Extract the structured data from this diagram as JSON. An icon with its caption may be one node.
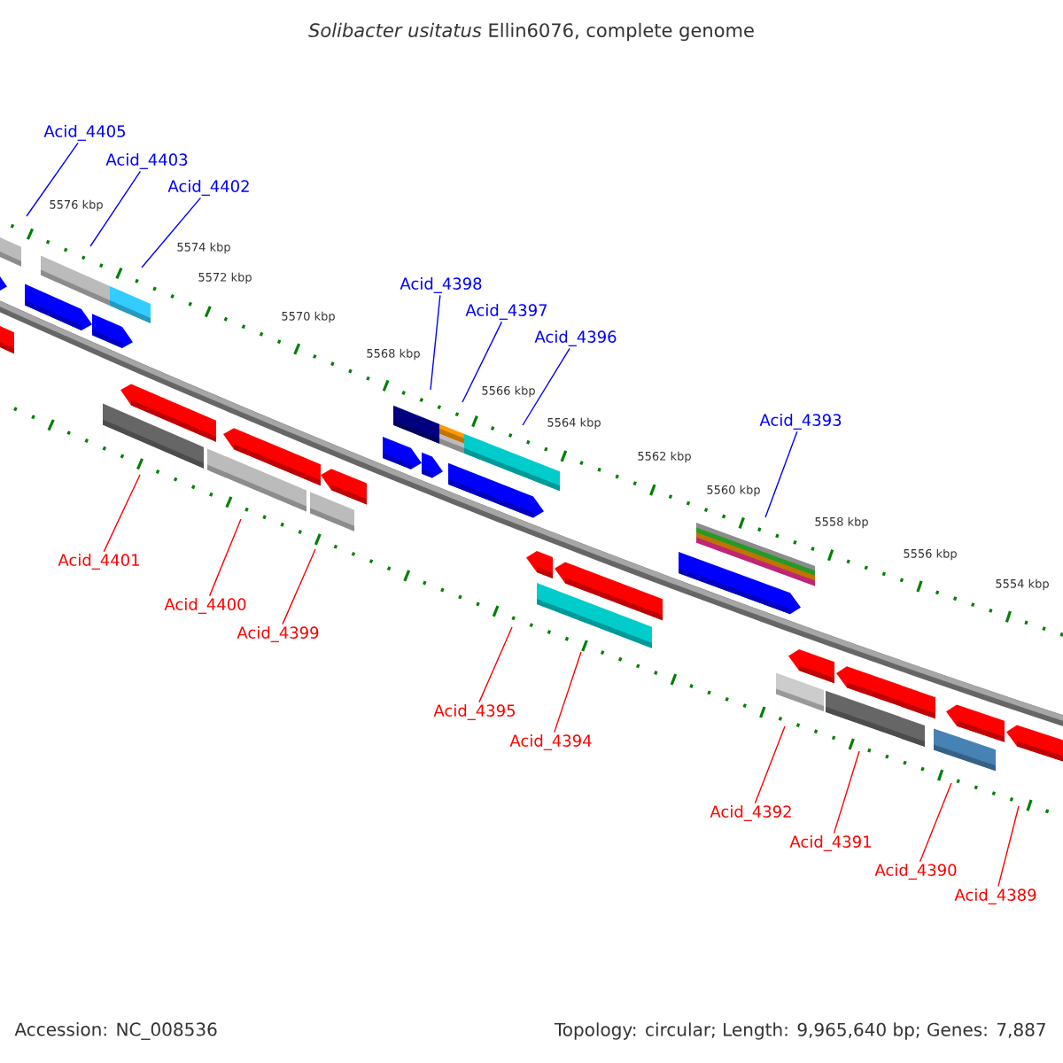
{
  "diagram": {
    "title": "*Solibacter usitatus* Ellin6076, complete genome",
    "nodes": [
      {
        "text": [
          "Acid_4405"
        ]
      },
      {
        "text": [
          "Acid_4403"
        ]
      },
      {
        "text": [
          "Acid_4402"
        ]
      },
      {
        "text": [
          "Acid_4398"
        ]
      },
      {
        "text": [
          "Acid_4397"
        ]
      },
      {
        "text": [
          "Acid_4396"
        ]
      },
      {
        "text": [
          "Acid_4393"
        ]
      },
      {
        "text": [
          "Acid_4401"
        ]
      },
      {
        "text": [
          "Acid_4400"
        ]
      },
      {
        "text": [
          "Acid_4399"
        ]
      },
      {
        "text": [
          "Acid_4395"
        ]
      },
      {
        "text": [
          "Acid_4394"
        ]
      },
      {
        "text": [
          "Acid_4392"
        ]
      },
      {
        "text": [
          "Acid_4391"
        ]
      },
      {
        "text": [
          "Acid_4390"
        ]
      },
      {
        "text": [
          "Acid_4389"
        ]
      }
    ],
    "edges": [
      {
        "from": 0,
        "to": null,
        "arrow": "none",
        "color": "#0000ff"
      },
      {
        "from": 1,
        "to": null,
        "arrow": "none",
        "color": "#0000ff"
      },
      {
        "from": 2,
        "to": null,
        "arrow": "none",
        "color": "#0000ff"
      },
      {
        "from": 3,
        "to": null,
        "arrow": "none",
        "color": "#0000ff"
      },
      {
        "from": 4,
        "to": null,
        "arrow": "none",
        "color": "#0000ff"
      },
      {
        "from": 5,
        "to": null,
        "arrow": "none",
        "color": "#0000ff"
      },
      {
        "from": 6,
        "to": null,
        "arrow": "none",
        "color": "#0000ff"
      },
      {
        "from": 7,
        "to": null,
        "arrow": "none"
      },
      {
        "from": 8,
        "to": null,
        "arrow": "none"
      },
      {
        "from": 9,
        "to": null,
        "arrow": "none"
      },
      {
        "from": 10,
        "to": null,
        "arrow": "none"
      },
      {
        "from": 11,
        "to": null,
        "arrow": "none"
      },
      {
        "from": 12,
        "to": null,
        "arrow": "none"
      },
      {
        "from": 13,
        "to": null,
        "arrow": "none"
      },
      {
        "from": 14,
        "to": null,
        "arrow": "none"
      },
      {
        "from": 15,
        "to": null,
        "arrow": "none"
      }
    ],
    "labels": [
      "5576 kbp",
      "5574 kbp",
      "5572 kbp",
      "5570 kbp",
      "5568 kbp",
      "5566 kbp",
      "5564 kbp",
      "5562 kbp",
      "5560 kbp",
      "5558 kbp",
      "5556 kbp",
      "5554 kbp",
      "Accession: NC_008536",
      "Topology: circular; Length: 9,965,640 bp; Genes: 7,887"
    ]
  }
}
